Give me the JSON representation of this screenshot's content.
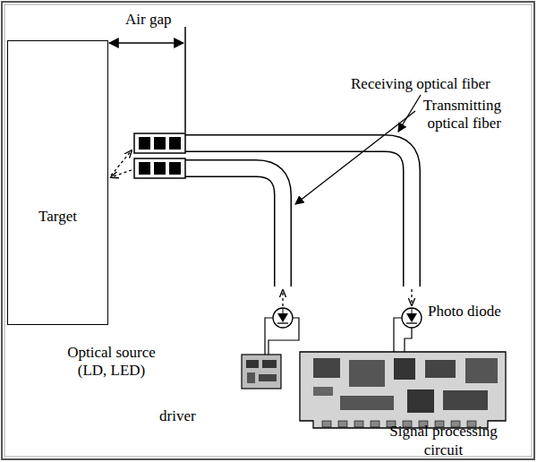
{
  "diagram": {
    "nodes": [
      {
        "text": [
          "Target"
        ]
      }
    ],
    "labels": [
      "Air gap",
      "Receiving optical fiber",
      "Transmitting optical fiber",
      "Optical source (LD, LED)",
      "driver",
      "Photo diode",
      "Signal processing circuit"
    ]
  }
}
